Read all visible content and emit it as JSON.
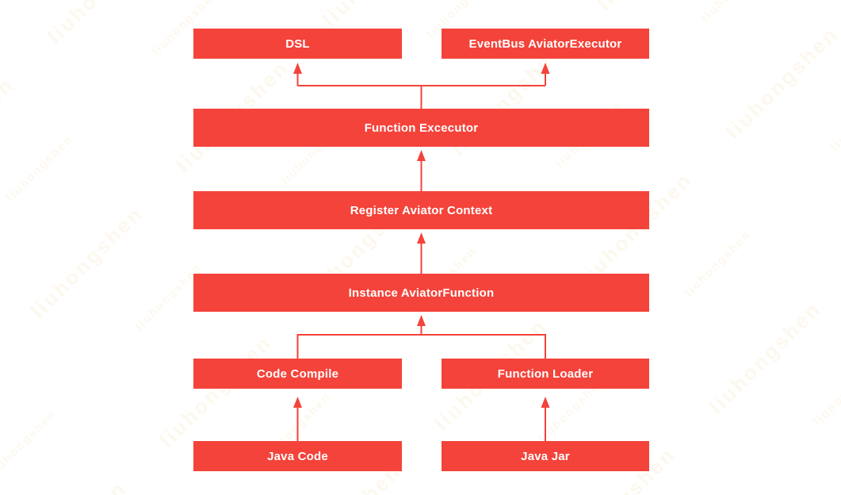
{
  "colors": {
    "background": "#ffffff",
    "box_fill": "#f4433a",
    "arrow": "#f4433a",
    "text": "#ffffff",
    "watermark": "#fdf8ee"
  },
  "watermark": {
    "text": "liuhongshen"
  },
  "diagram": {
    "type": "flowchart",
    "direction": "bottom-to-top",
    "nodes": [
      {
        "id": "dsl",
        "label": "DSL"
      },
      {
        "id": "eventbus-aviator-executor",
        "label": "EventBus AviatorExecutor"
      },
      {
        "id": "function-executor",
        "label": "Function Excecutor"
      },
      {
        "id": "register-aviator-context",
        "label": "Register Aviator Context"
      },
      {
        "id": "instance-aviator-function",
        "label": "Instance AviatorFunction"
      },
      {
        "id": "code-compile",
        "label": "Code Compile"
      },
      {
        "id": "function-loader",
        "label": "Function Loader"
      },
      {
        "id": "java-code",
        "label": "Java Code"
      },
      {
        "id": "java-jar",
        "label": "Java Jar"
      }
    ],
    "edges": [
      {
        "from": "java-code",
        "to": "code-compile"
      },
      {
        "from": "java-jar",
        "to": "function-loader"
      },
      {
        "from": "code-compile",
        "to": "instance-aviator-function"
      },
      {
        "from": "function-loader",
        "to": "instance-aviator-function"
      },
      {
        "from": "instance-aviator-function",
        "to": "register-aviator-context"
      },
      {
        "from": "register-aviator-context",
        "to": "function-executor"
      },
      {
        "from": "function-executor",
        "to": "dsl"
      },
      {
        "from": "function-executor",
        "to": "eventbus-aviator-executor"
      }
    ]
  }
}
